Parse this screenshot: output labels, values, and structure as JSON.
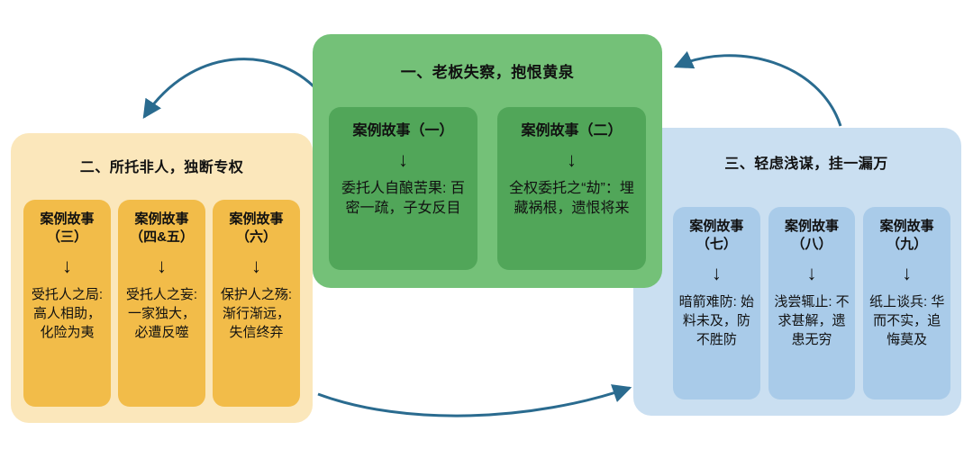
{
  "colors": {
    "arrow": "#2a6b8f",
    "green_panel": "#74c178",
    "green_card": "#51a659",
    "yellow_panel": "#fbe7bb",
    "yellow_card": "#f2bc49",
    "blue_panel": "#cadff1",
    "blue_card": "#a9cbe9"
  },
  "icons": {
    "down_arrow": "↓"
  },
  "panels": {
    "top": {
      "title": "一、老板失察，抱恨黄泉",
      "cards": [
        {
          "title": "案例故事（一）",
          "desc": "委托人自酿苦果: 百密一疏，子女反目"
        },
        {
          "title": "案例故事（二）",
          "desc": "全权委托之“劫”：埋藏祸根，遗恨将来"
        }
      ]
    },
    "left": {
      "title": "二、所托非人，独断专权",
      "cards": [
        {
          "title": "案例故事（三）",
          "desc": "受托人之局: 高人相助，化险为夷"
        },
        {
          "title": "案例故事（四&五）",
          "desc": "受托人之妄: 一家独大，必遭反噬"
        },
        {
          "title": "案例故事（六）",
          "desc": "保护人之殇: 渐行渐远，失信终弃"
        }
      ]
    },
    "right": {
      "title": "三、轻虑浅谋，挂一漏万",
      "cards": [
        {
          "title": "案例故事（七）",
          "desc": "暗箭难防: 始料未及，防不胜防"
        },
        {
          "title": "案例故事（八）",
          "desc": "浅尝辄止: 不求甚解，遗患无穷"
        },
        {
          "title": "案例故事（九）",
          "desc": "纸上谈兵: 华而不实，追悔莫及"
        }
      ]
    }
  }
}
